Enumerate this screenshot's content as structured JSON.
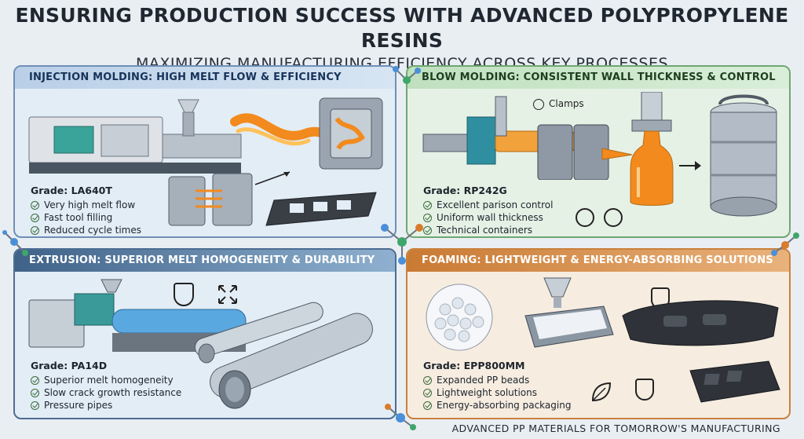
{
  "header": {
    "title": "ENSURING PRODUCTION SUCCESS WITH ADVANCED POLYPROPYLENE RESINS",
    "subtitle": "MAXIMIZING MANUFACTURING EFFICIENCY ACROSS KEY PROCESSES"
  },
  "panels": [
    {
      "banner": "INJECTION MOLDING: HIGH MELT FLOW & EFFICIENCY",
      "grade": "Grade: LA640T",
      "features": [
        "Very high melt flow",
        "Fast tool filling",
        "Reduced cycle times"
      ]
    },
    {
      "banner": "BLOW MOLDING: CONSISTENT WALL THICKNESS & CONTROL",
      "grade": "Grade: RP242G",
      "features": [
        "Excellent parison control",
        "Uniform wall thickness",
        "Technical containers"
      ],
      "callout": "Clamps"
    },
    {
      "banner": "EXTRUSION: SUPERIOR MELT HOMOGENEITY & DURABILITY",
      "grade": "Grade: PA14D",
      "features": [
        "Superior melt homogeneity",
        "Slow crack growth resistance",
        "Pressure pipes"
      ]
    },
    {
      "banner": "FOAMING: LIGHTWEIGHT & ENERGY-ABSORBING SOLUTIONS",
      "grade": "Grade: EPP800MM",
      "features": [
        "Expanded PP beads",
        "Lightweight solutions",
        "Energy-absorbing packaging"
      ]
    }
  ],
  "footer": "ADVANCED PP MATERIALS FOR TOMORROW'S MANUFACTURING",
  "icons": [
    "check-icon",
    "shield-check-icon",
    "expand-arrows-icon",
    "crosshair-icon",
    "target-icon",
    "no-entry-icon",
    "leaf-icon",
    "arrow-right-icon"
  ],
  "colors": {
    "injection": "#6f8fb8",
    "blow": "#6fa771",
    "extrusion": "#4d6d92",
    "foaming": "#c9813d",
    "melt": "#f28a1d"
  }
}
